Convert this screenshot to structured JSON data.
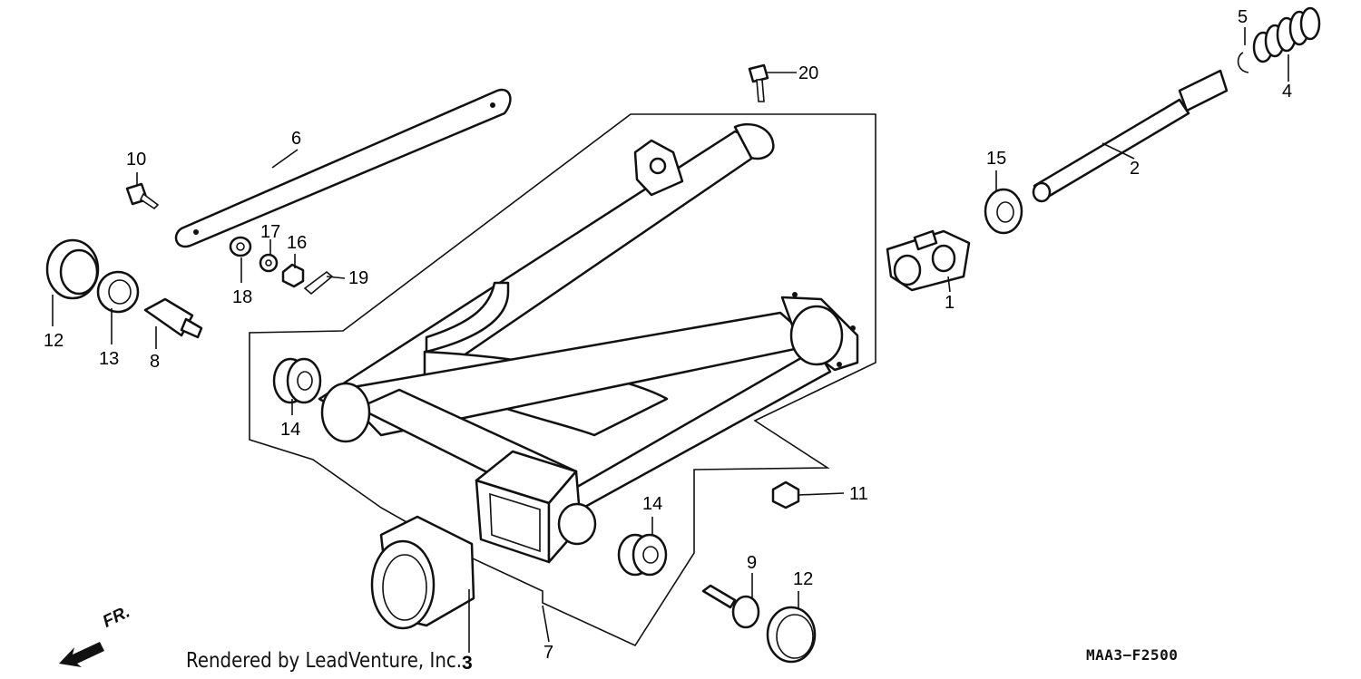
{
  "credit": "Rendered by LeadVenture, Inc.",
  "diagram_code": "MAA3−F2500",
  "front_marker": "FR.",
  "callouts": {
    "c1": "1",
    "c2": "2",
    "c3": "3",
    "c4": "4",
    "c5": "5",
    "c6": "6",
    "c7": "7",
    "c8": "8",
    "c9": "9",
    "c10": "10",
    "c11": "11",
    "c12a": "12",
    "c12b": "12",
    "c13": "13",
    "c14a": "14",
    "c14b": "14",
    "c15": "15",
    "c16": "16",
    "c17": "17",
    "c18": "18",
    "c19": "19",
    "c20": "20"
  }
}
